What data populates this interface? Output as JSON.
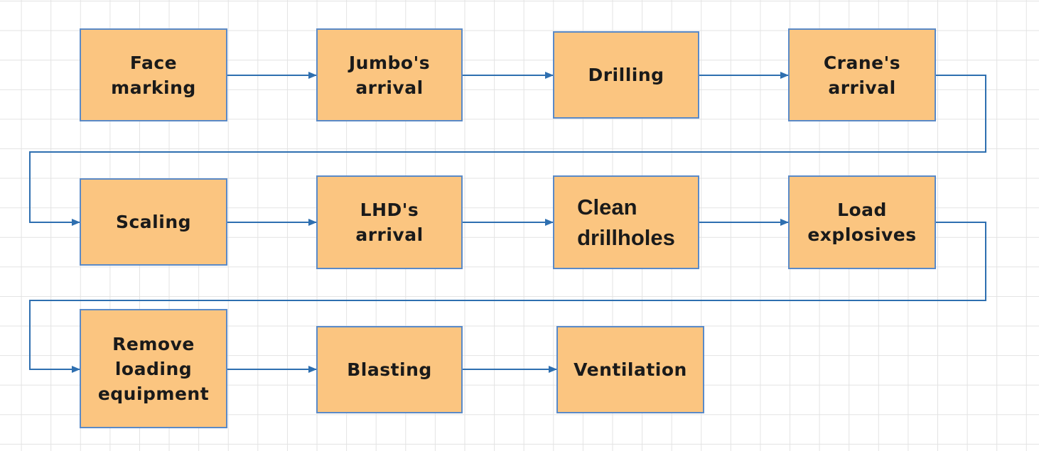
{
  "colors": {
    "node_fill": "#fbc580",
    "node_border": "#5a8ac8",
    "connector": "#2e6fb0",
    "grid": "#e3e3e3"
  },
  "nodes": [
    {
      "id": "face-marking",
      "lines": [
        "Face",
        "marking"
      ]
    },
    {
      "id": "jumbos-arrival",
      "lines": [
        "Jumbo's",
        "arrival"
      ]
    },
    {
      "id": "drilling",
      "lines": [
        "Drilling"
      ]
    },
    {
      "id": "cranes-arrival",
      "lines": [
        "Crane's",
        "arrival"
      ]
    },
    {
      "id": "scaling",
      "lines": [
        "Scaling"
      ]
    },
    {
      "id": "lhds-arrival",
      "lines": [
        "LHD's",
        "arrival"
      ]
    },
    {
      "id": "clean-drillholes",
      "lines": [
        "Clean",
        "drillholes"
      ]
    },
    {
      "id": "load-explosives",
      "lines": [
        "Load",
        "explosives"
      ]
    },
    {
      "id": "remove-loading-equipment",
      "lines": [
        "Remove",
        "loading",
        "equipment"
      ]
    },
    {
      "id": "blasting",
      "lines": [
        "Blasting"
      ]
    },
    {
      "id": "ventilation",
      "lines": [
        "Ventilation"
      ]
    }
  ],
  "edges": [
    {
      "from": "face-marking",
      "to": "jumbos-arrival"
    },
    {
      "from": "jumbos-arrival",
      "to": "drilling"
    },
    {
      "from": "drilling",
      "to": "cranes-arrival"
    },
    {
      "from": "cranes-arrival",
      "to": "scaling"
    },
    {
      "from": "scaling",
      "to": "lhds-arrival"
    },
    {
      "from": "lhds-arrival",
      "to": "clean-drillholes"
    },
    {
      "from": "clean-drillholes",
      "to": "load-explosives"
    },
    {
      "from": "load-explosives",
      "to": "remove-loading-equipment"
    },
    {
      "from": "remove-loading-equipment",
      "to": "blasting"
    },
    {
      "from": "blasting",
      "to": "ventilation"
    }
  ]
}
